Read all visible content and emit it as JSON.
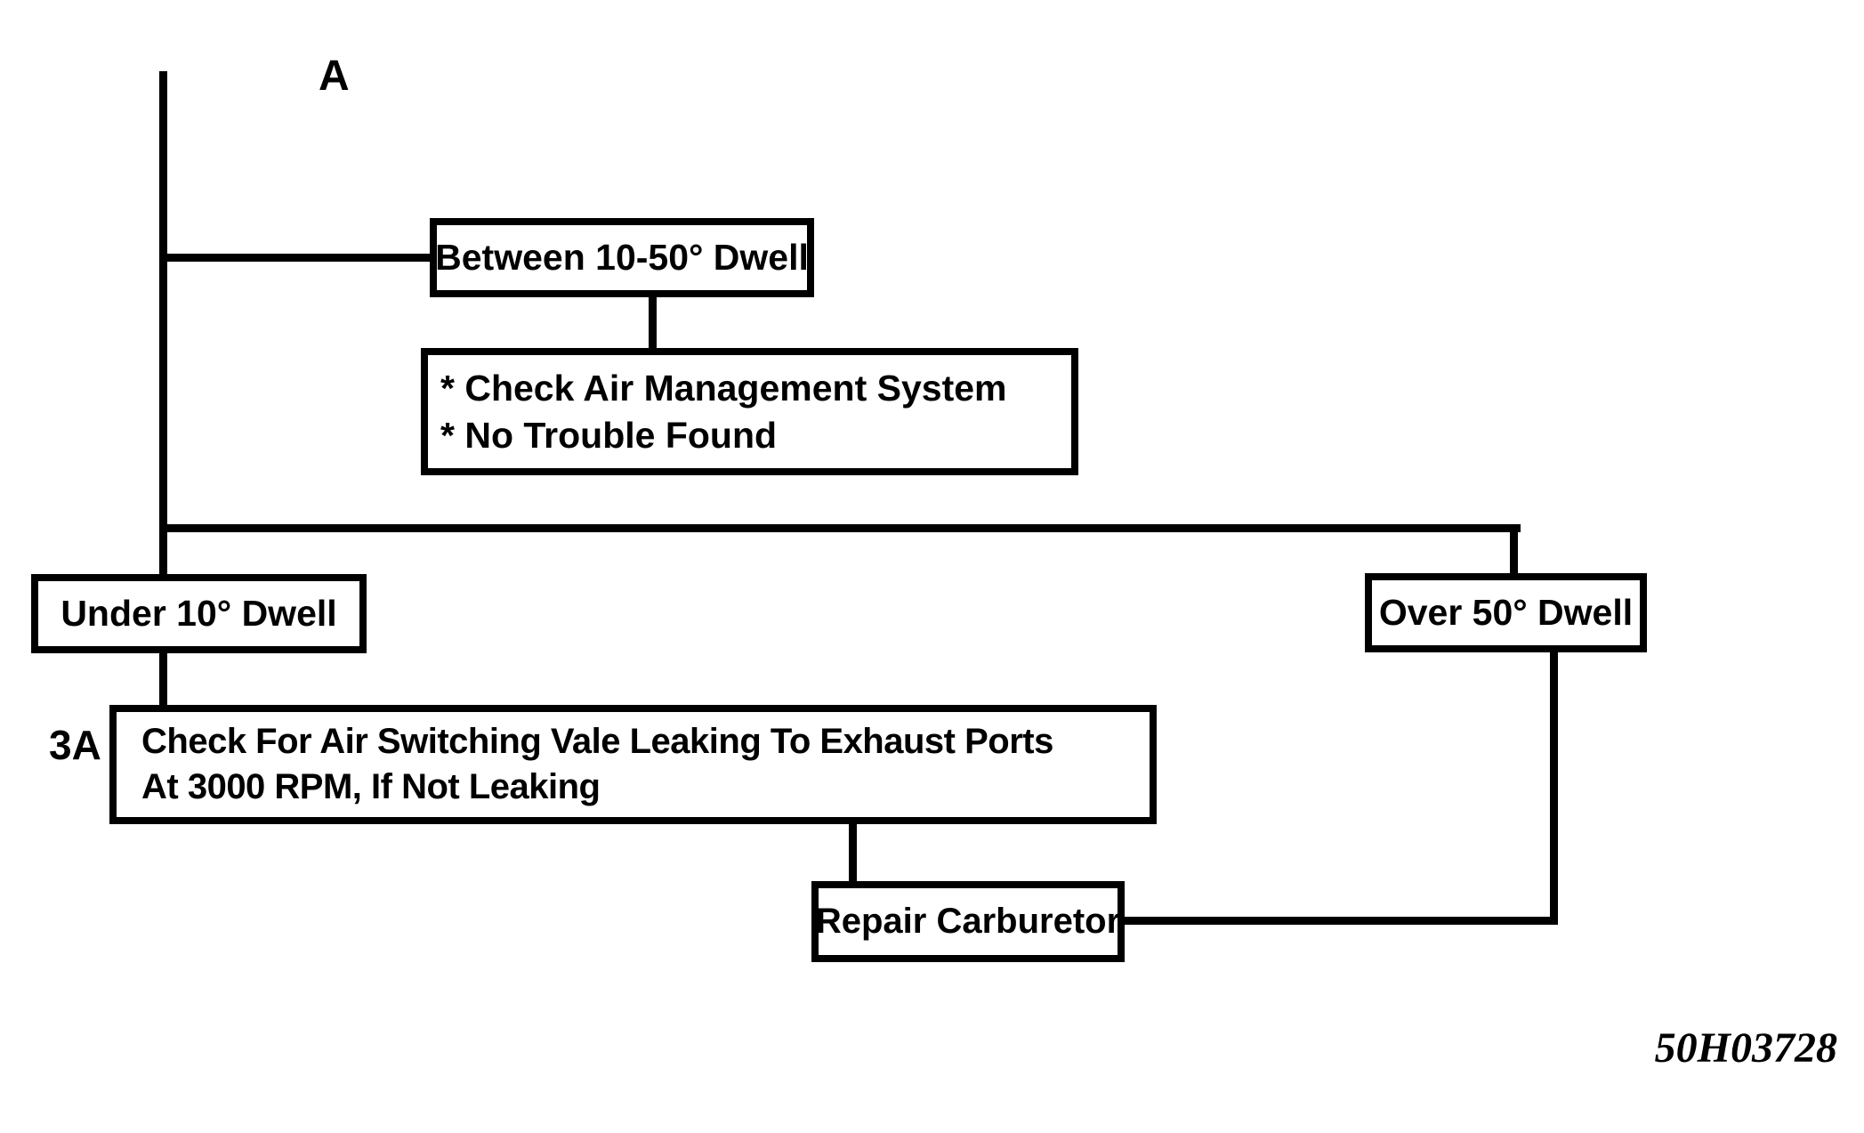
{
  "diagram": {
    "branch_label": "A",
    "step_label": "3A",
    "figure_code": "50H03728",
    "colors": {
      "ink": "#000000",
      "paper": "#ffffff"
    },
    "nodes": {
      "between_dwell": {
        "label": "Between 10-50° Dwell"
      },
      "air_management": {
        "lines": [
          "* Check Air Management System",
          "* No Trouble Found"
        ]
      },
      "under_dwell": {
        "label": "Under 10° Dwell"
      },
      "over_dwell": {
        "label": "Over 50° Dwell"
      },
      "check_valve": {
        "lines": [
          "Check For Air Switching Vale Leaking To Exhaust Ports",
          "At 3000 RPM, If Not Leaking"
        ]
      },
      "repair_carburetor": {
        "label": "Repair Carburetor"
      }
    },
    "edges": [
      {
        "from": "A",
        "to": "between_dwell"
      },
      {
        "from": "between_dwell",
        "to": "air_management"
      },
      {
        "from": "A",
        "to": "under_dwell"
      },
      {
        "from": "A",
        "to": "over_dwell"
      },
      {
        "from": "under_dwell",
        "to": "check_valve"
      },
      {
        "from": "check_valve",
        "to": "repair_carburetor"
      },
      {
        "from": "over_dwell",
        "to": "repair_carburetor"
      }
    ]
  }
}
